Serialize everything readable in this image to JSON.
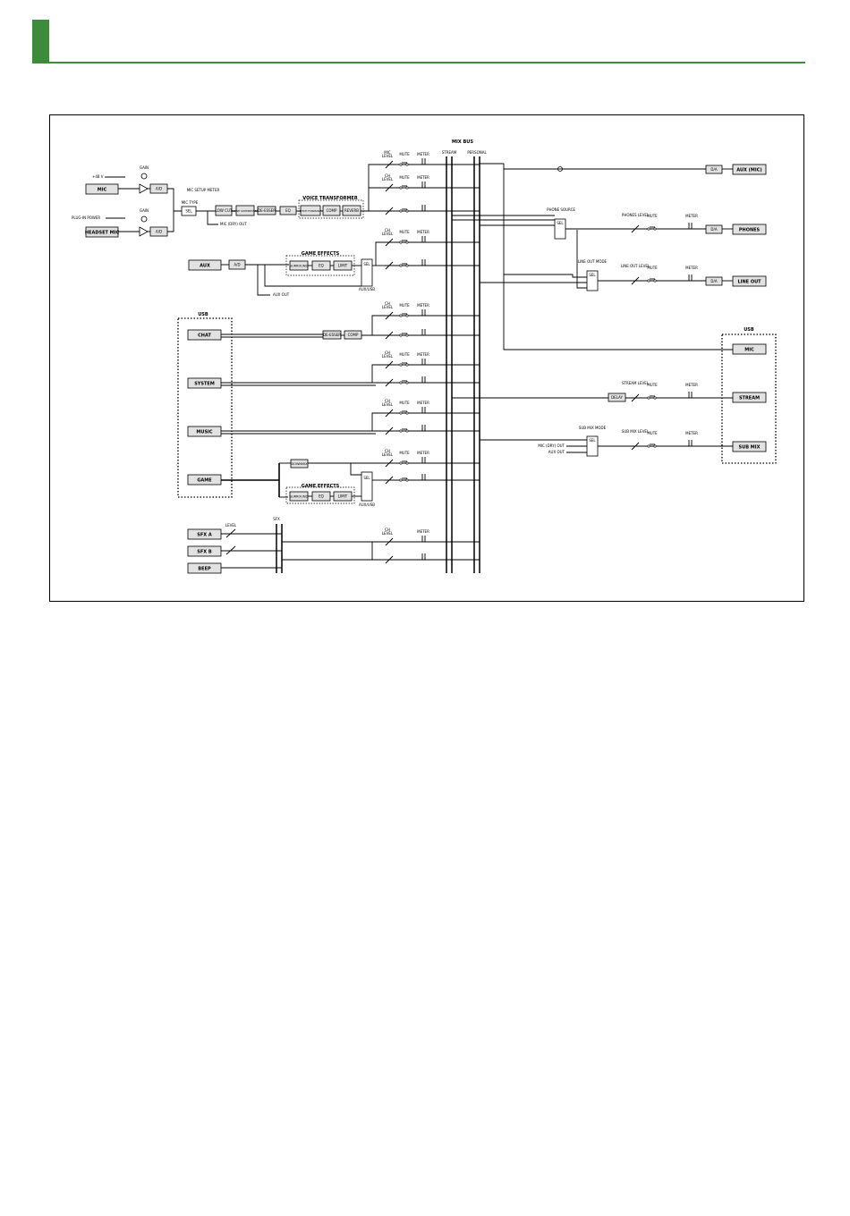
{
  "diagram": {
    "mix_bus": {
      "title": "MIX BUS",
      "stream": "STREAM",
      "personal": "PERSONAL"
    },
    "inputs": {
      "mic": "MIC",
      "phantom": "+48 V",
      "gain": "GAIN",
      "ad": "A/D",
      "headset_mic": "HEADSET MIC",
      "plug_in_power": "PLUG-IN POWER",
      "mic_type": "MIC TYPE",
      "sel": "SEL",
      "mic_setup_meter": "MIC SETUP METER",
      "mic_dry_out": "MIC (DRY) OUT",
      "aux": "AUX",
      "aux_out": "AUX OUT"
    },
    "chain": {
      "low_cut": "LOW CUT",
      "noise_suppressor": "NOISE SUPPRESSOR",
      "de_esser": "DE-ESSER",
      "eq": "EQ",
      "voice_transformer": "VOICE TRANSFORMER",
      "pitch_formant": "PITCH FORMANT",
      "comp": "COMP",
      "reverb": "REVERB",
      "game_effects": "GAME EFFECTS",
      "surround": "SURROUND",
      "limit": "LIMIT",
      "aux_usb": "AUX/USB",
      "downmix": "DOWNMIX",
      "delay": "DELAY"
    },
    "usb_in": {
      "title": "USB",
      "chat": "CHAT",
      "system": "SYSTEM",
      "music": "MUSIC",
      "game": "GAME"
    },
    "sfx": {
      "title": "SFX",
      "level": "LEVEL",
      "sfx_a": "SFX A",
      "sfx_b": "SFX B",
      "beep": "BEEP"
    },
    "strip": {
      "mic_level": "MIC LEVEL",
      "ch_level": "CH LEVEL",
      "mute": "MUTE",
      "meter": "METER"
    },
    "outputs": {
      "da": "D/A",
      "aux_mic": "AUX (MIC)",
      "phones": "PHONES",
      "line_out": "LINE OUT",
      "phone_source": "PHONE SOURCE",
      "phones_level": "PHONES LEVEL",
      "line_out_mode": "LINE OUT MODE",
      "line_out_level": "LINE OUT LEVEL",
      "usb": "USB",
      "mic": "MIC",
      "stream": "STREAM",
      "stream_level": "STREAM LEVEL",
      "sub_mix": "SUB MIX",
      "sub_mix_mode": "SUB MIX MODE",
      "sub_mix_level": "SUB MIX LEVEL",
      "mic_dry_out": "MIC (DRY) OUT",
      "aux_out": "AUX OUT"
    }
  }
}
